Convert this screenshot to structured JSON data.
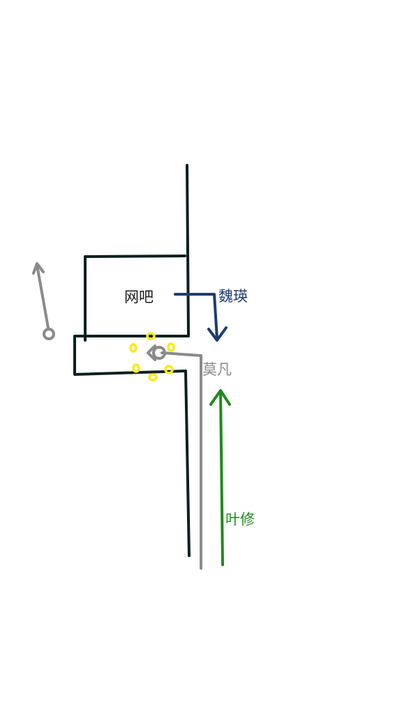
{
  "labels": {
    "netcafe": "网吧",
    "weiying": "魏瑛",
    "mofan": "莫凡",
    "yexiu": "叶修"
  },
  "colors": {
    "walls": "#0d1f1f",
    "weiying": "#1e3d6e",
    "mofan": "#8a8a8a",
    "yexiu": "#1f8a1f",
    "markers": "#f7ec17",
    "background": "#ffffff"
  }
}
